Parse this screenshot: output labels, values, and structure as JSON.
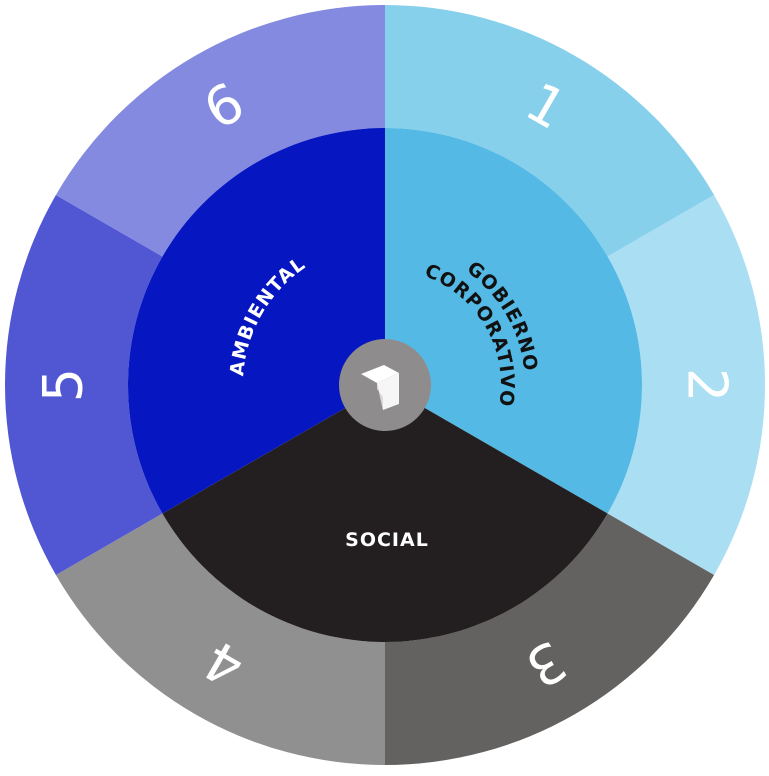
{
  "diagram": {
    "outer_segments": [
      {
        "label": "1",
        "color": "#87D0EC"
      },
      {
        "label": "2",
        "color": "#AADEF3"
      },
      {
        "label": "3",
        "color": "#646260"
      },
      {
        "label": "4",
        "color": "#919091"
      },
      {
        "label": "5",
        "color": "#5157D3"
      },
      {
        "label": "6",
        "color": "#838ADF"
      }
    ],
    "inner_sections": [
      {
        "lines": [
          "GOBIERNO",
          "CORPORATIVO"
        ],
        "color": "#54B9E4",
        "text_color": "#111111"
      },
      {
        "lines": [
          "SOCIAL"
        ],
        "color": "#231F20",
        "text_color": "#ffffff"
      },
      {
        "lines": [
          "AMBIENTAL"
        ],
        "color": "#0616C0",
        "text_color": "#ffffff"
      }
    ],
    "center": {
      "color": "#8E8C8C",
      "icon": "cube-logo-icon"
    }
  }
}
